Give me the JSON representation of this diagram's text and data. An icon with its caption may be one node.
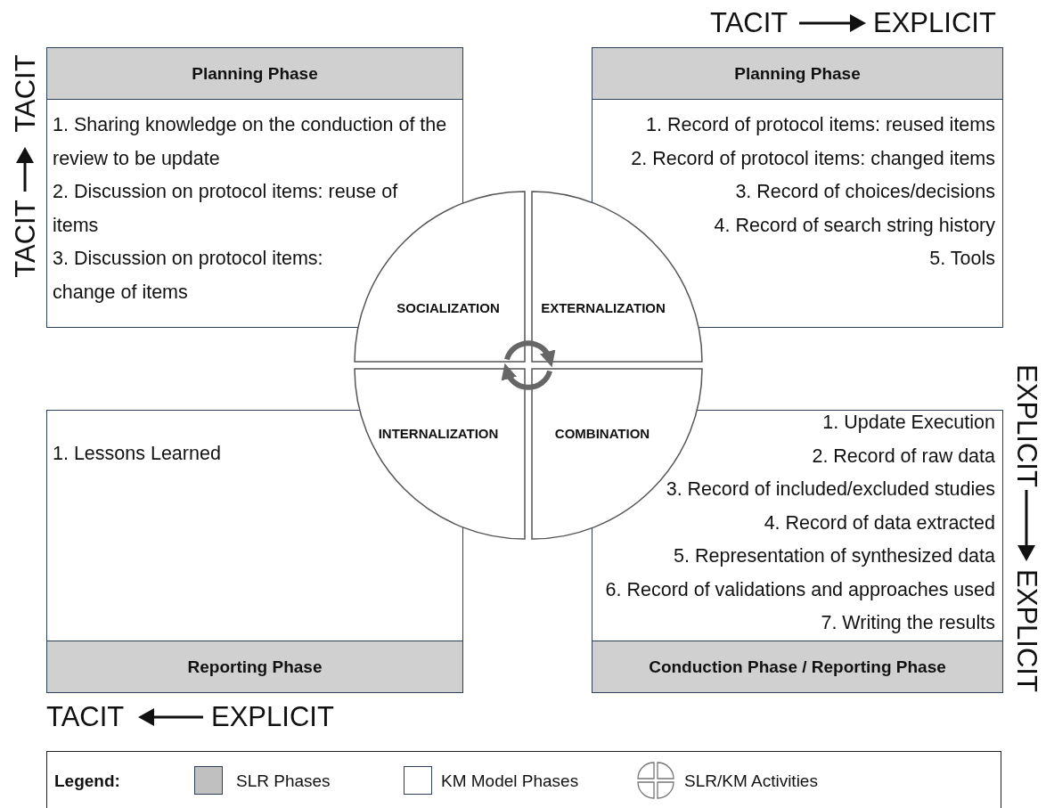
{
  "diagram": {
    "nodes": [
      {
        "text": [
          "Planning Phase",
          "1. Sharing knowledge on the conduction of the review to be update",
          "2. Discussion on protocol items: reuse of items",
          "3. Discussion on protocol items: change of items"
        ]
      },
      {
        "text": [
          "Planning Phase",
          "1. Record of protocol items: reused items",
          "2. Record of protocol items: changed items",
          "3. Record of choices/decisions",
          "4. Record of search string history",
          "5. Tools"
        ]
      },
      {
        "text": [
          "SOCIALIZATION"
        ]
      },
      {
        "text": [
          "EXTERNALIZATION"
        ]
      },
      {
        "text": [
          "INTERNALIZATION"
        ]
      },
      {
        "text": [
          "COMBINATION"
        ]
      },
      {
        "text": [
          "1. Lessons Learned",
          "Reporting Phase"
        ]
      },
      {
        "text": [
          "1. Update Execution",
          "2. Record of raw data",
          "3. Record of included/excluded studies",
          "4. Record of data extracted",
          "5. Representation of synthesized data",
          "6. Record of validations and approaches used",
          "7. Writing the results",
          "Conduction Phase / Reporting Phase"
        ]
      }
    ],
    "edges": [
      {
        "from": 2,
        "to": 3,
        "arrow": "to"
      },
      {
        "from": 5,
        "to": 4,
        "arrow": "to"
      }
    ],
    "labels": [
      "TACIT",
      "EXPLICIT",
      "TACIT",
      "TACIT",
      "EXPLICIT",
      "EXPLICIT",
      "TACIT",
      "EXPLICIT",
      "Legend:"
    ],
    "legend": [
      {
        "text": "SLR Phases",
        "color": "#c0c0c0"
      },
      {
        "text": "KM Model Phases",
        "color": "#ffffff"
      },
      {
        "text": "SLR/KM Activities"
      }
    ]
  }
}
